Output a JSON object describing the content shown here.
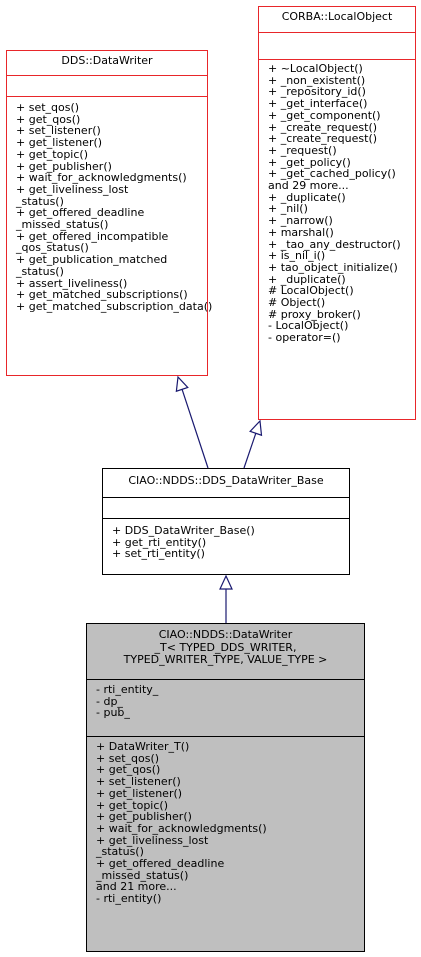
{
  "colors": {
    "base_border": "#e8262a",
    "arrow": "#191970",
    "focus_fill": "#bfbfbf"
  },
  "dds_datawriter": {
    "name": "DDS::DataWriter",
    "attributes": [],
    "methods": [
      "+ set_qos()",
      "+ get_qos()",
      "+ set_listener()",
      "+ get_listener()",
      "+ get_topic()",
      "+ get_publisher()",
      "+ wait_for_acknowledgments()",
      "+ get_liveliness_lost",
      "_status()",
      "+ get_offered_deadline",
      "_missed_status()",
      "+ get_offered_incompatible",
      "_qos_status()",
      "+ get_publication_matched",
      "_status()",
      "+ assert_liveliness()",
      "+ get_matched_subscriptions()",
      "+ get_matched_subscription_data()"
    ]
  },
  "corba_localobject": {
    "name": "CORBA::LocalObject",
    "attributes": [],
    "methods": [
      "+ ~LocalObject()",
      "+ _non_existent()",
      "+ _repository_id()",
      "+ _get_interface()",
      "+ _get_component()",
      "+ _create_request()",
      "+ _create_request()",
      "+ _request()",
      "+ _get_policy()",
      "+ _get_cached_policy()",
      "and 29 more...",
      "+ _duplicate()",
      "+ _nil()",
      "+ _narrow()",
      "+ marshal()",
      "+ _tao_any_destructor()",
      "+ is_nil_i()",
      "+ tao_object_initialize()",
      "+ _duplicate()",
      "# LocalObject()",
      "# Object()",
      "# proxy_broker()",
      "- LocalObject()",
      "- operator=()"
    ]
  },
  "dds_datawriter_base": {
    "name": "CIAO::NDDS::DDS_DataWriter_Base",
    "attributes": [],
    "methods": [
      "+ DDS_DataWriter_Base()",
      "+ get_rti_entity()",
      "+ set_rti_entity()"
    ]
  },
  "datawriter_t": {
    "name_lines": [
      "CIAO::NDDS::DataWriter",
      "_T< TYPED_DDS_WRITER,",
      "TYPED_WRITER_TYPE, VALUE_TYPE >"
    ],
    "attributes": [
      "- rti_entity_",
      "- dp_",
      "- pub_"
    ],
    "methods": [
      "+ DataWriter_T()",
      "+ set_qos()",
      "+ get_qos()",
      "+ set_listener()",
      "+ get_listener()",
      "+ get_topic()",
      "+ get_publisher()",
      "+ wait_for_acknowledgments()",
      "+ get_liveliness_lost",
      "_status()",
      "+ get_offered_deadline",
      "_missed_status()",
      "and 21 more...",
      "- rti_entity()"
    ]
  }
}
